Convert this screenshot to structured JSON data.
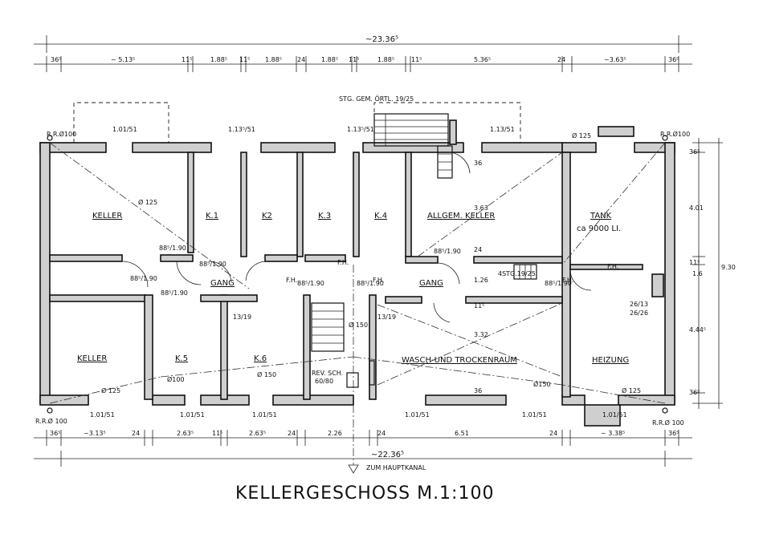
{
  "title": "KELLERGESCHOSS M.1:100",
  "rooms": {
    "keller_nw": "KELLER",
    "k1": "K.1",
    "k2": "K2",
    "k3": "K.3",
    "k4": "K.4",
    "allgem_keller": "ALLGEM.  KELLER",
    "tank": "TANK",
    "tank_volume": "ca 9000 LI.",
    "keller_sw": "KELLER",
    "k5": "K.5",
    "k6": "K.6",
    "rev_sch": "REV. SCH.",
    "rev_sch_size": "60/80",
    "wasch": "WASCH-UND TROCKENRAUM",
    "heizung": "HEIZUNG",
    "gang_west": "GANG",
    "gang_east": "GANG"
  },
  "notes": {
    "stair_top": "STG. GEM. ÖRTL. 19/25",
    "stair_4": "4STG.19/25",
    "stair_1319_a": "13/19",
    "stair_1319_b": "13/19",
    "zum_hauptkanal": "ZUM HAUPTKANAL",
    "rr_nw": "R.R.Ø100",
    "rr_ne": "R.R.Ø100",
    "rr_sw": "R.R.Ø 100",
    "rr_se": "R.R.Ø 100",
    "pipe_125_nw": "Ø 125",
    "pipe_125_ne": "Ø 125",
    "pipe_125_sw": "Ø 125",
    "pipe_125_se": "Ø 125",
    "pipe_100": "Ø100",
    "pipe_150_a": "Ø 150",
    "pipe_150_b": "Ø 150",
    "pipe_150_c": "Ø150",
    "fh_1": "F.H.",
    "fh_2": "F.H.",
    "fh_3": "F.H.",
    "fh_4": "F.H.",
    "fh_5": "F.H.",
    "heiz_1": "26/13",
    "heiz_2": "26/26"
  },
  "doors": {
    "d1": "88⁵/1.90",
    "d2": "88⁵/1.90",
    "d3": "88⁵/1.90",
    "d4": "88⁵/1.90",
    "d5": "88⁵/1.90",
    "d6": "88⁵/1.90",
    "d7": "88⁵/1.90",
    "d8": "88⁵/1.90"
  },
  "windows": {
    "w1": "1.01/51",
    "w2": "1.13⁵/51",
    "w3": "1.13⁵/51",
    "w4": "1.13/51",
    "w5": "1.01/51",
    "w6": "1.01/51",
    "w7": "1.01/51",
    "w8": "1.01/51",
    "w9": "1.01/51",
    "w10": "1.01/51"
  },
  "dims_top": {
    "total": "~23.36⁵",
    "segments": [
      "36⁵",
      "~ 5.13⁵",
      "11⁵",
      "1.88⁵",
      "11⁵",
      "1.88⁵",
      "24",
      "1.88⁵",
      "11⁵",
      "1.88⁵",
      "11⁵",
      "5.36⁵",
      "24",
      "~3.63⁵",
      "36⁵"
    ]
  },
  "dims_bottom": {
    "total": "~22.36⁵",
    "segments": [
      "36⁵",
      "~3.13⁵",
      "24",
      "2.63⁵",
      "11⁵",
      "2.63⁵",
      "24",
      "2.26",
      "24",
      "6.51",
      "24",
      "~ 3.38⁵",
      "36⁵"
    ]
  },
  "dims_right": {
    "total": "9.30",
    "segments": [
      "36⁵",
      "4.01",
      "11⁵",
      "4.44⁵",
      "36⁵"
    ]
  },
  "inner_dims": {
    "a": "3.63",
    "b": "24",
    "c": "36",
    "d": "1.26",
    "e": "3.32",
    "f": "36",
    "g": "11⁵",
    "h": "1.6"
  }
}
